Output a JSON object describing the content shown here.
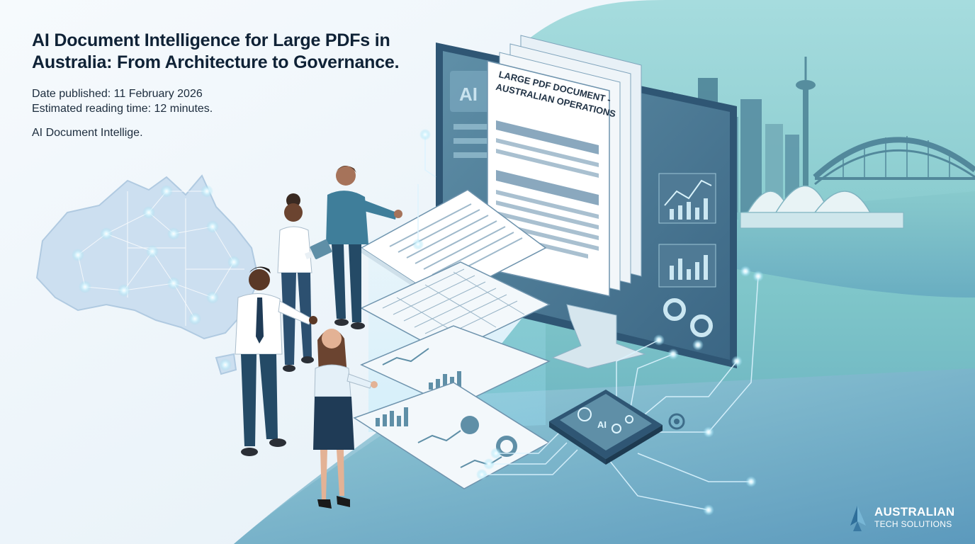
{
  "header": {
    "title": "AI Document Intelligence for Large PDFs in Australia: From Architecture to Governance.",
    "date_published": "Date published: 11 February 2026",
    "reading_time": "Estimated reading time: 12 minutes.",
    "tagline": "AI Document Intellige."
  },
  "illustration": {
    "monitor_logo": "AI",
    "document_title_line1": "LARGE PDF DOCUMENT -",
    "document_title_line2": "AUSTRALIAN OPERATIONS",
    "chip_label": "AI"
  },
  "logo": {
    "name": "AUSTRALIAN",
    "subtitle": "TECH SOLUTIONS"
  },
  "colors": {
    "title_text": "#0f2236",
    "teal_background": "#7ec5c9",
    "monitor_frame": "#2f5674",
    "node_glow": "#dff6ff"
  }
}
